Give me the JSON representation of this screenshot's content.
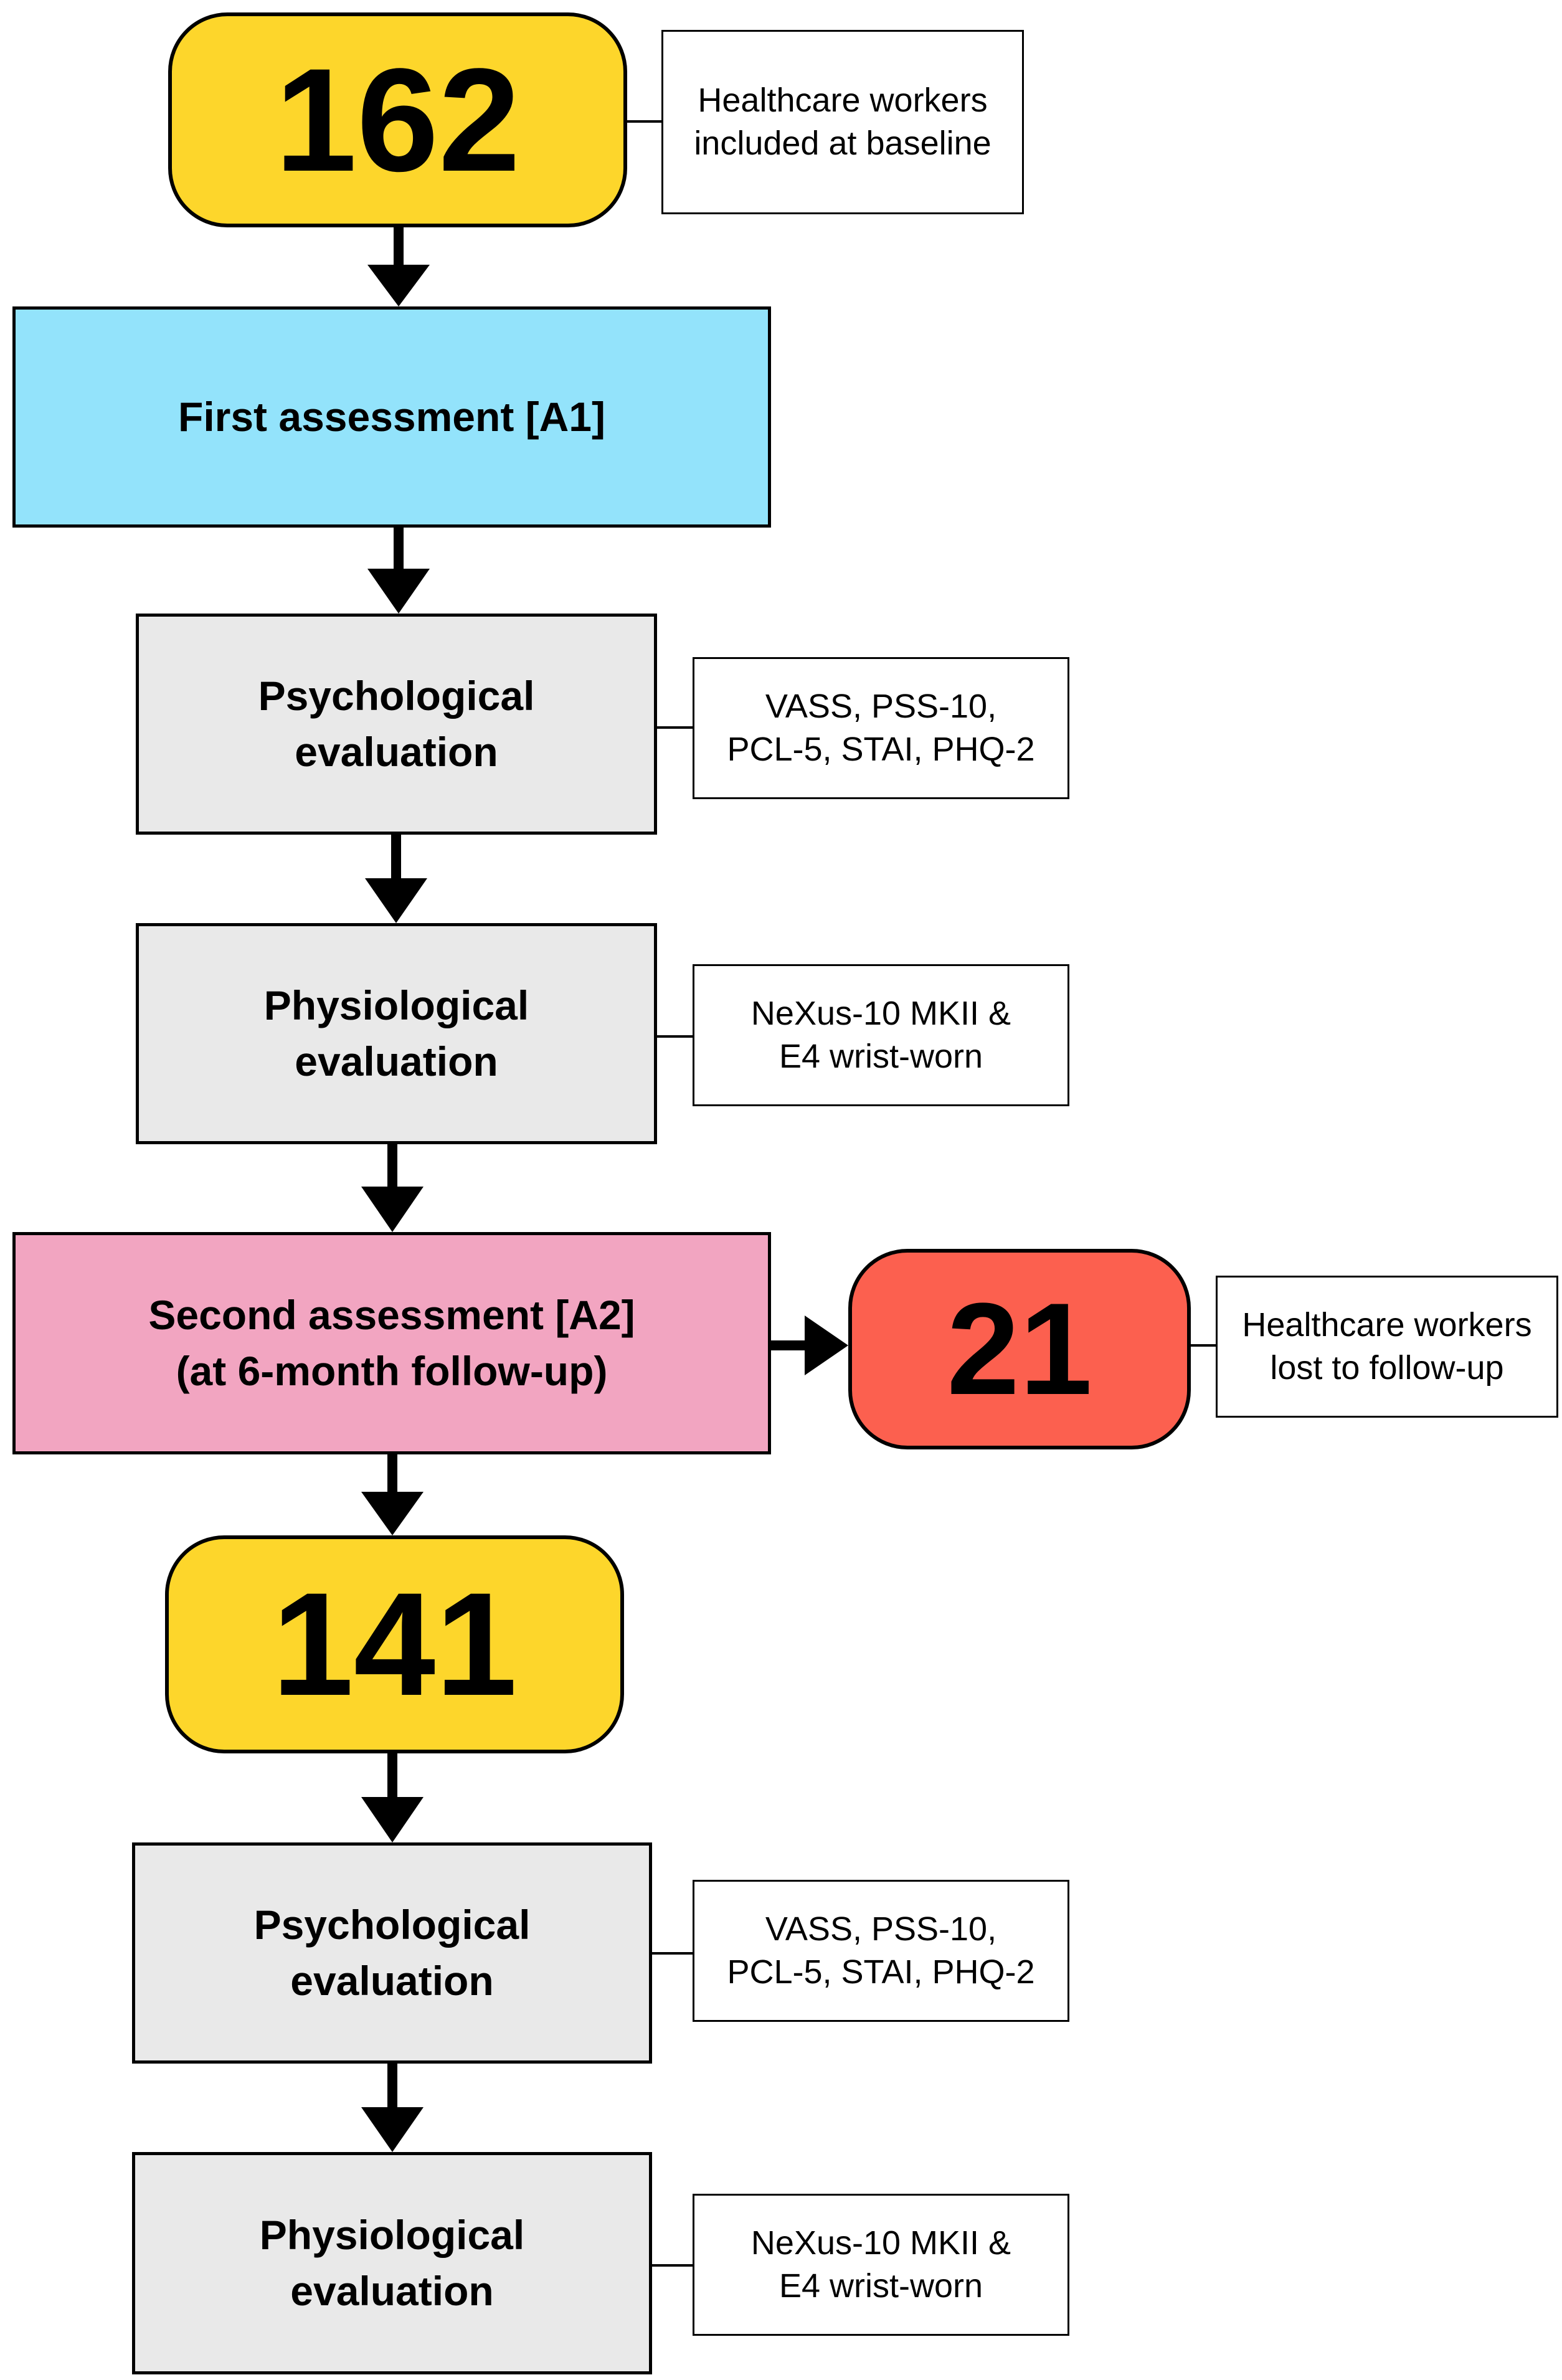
{
  "baseline": {
    "count": "162",
    "note_lines": [
      "Healthcare workers",
      "included at baseline"
    ],
    "color": "#fdd62b"
  },
  "first_assessment": {
    "label": "First assessment [A1]",
    "color": "#93e3fb"
  },
  "a1_psychological": {
    "lines": [
      "Psychological",
      "evaluation"
    ],
    "note_lines": [
      "VASS, PSS-10,",
      "PCL-5, STAI, PHQ-2"
    ]
  },
  "a1_physiological": {
    "lines": [
      "Physiological",
      "evaluation"
    ],
    "note_lines": [
      "NeXus-10 MKII &",
      "E4 wrist-worn"
    ]
  },
  "second_assessment": {
    "lines": [
      "Second assessment [A2]",
      "(at 6-month follow-up)"
    ],
    "color": "#f2a5c1"
  },
  "lost": {
    "count": "21",
    "note_lines": [
      "Healthcare workers",
      "lost to follow-up"
    ],
    "color": "#fc604f"
  },
  "followup": {
    "count": "141",
    "color": "#fdd62b"
  },
  "a2_psychological": {
    "lines": [
      "Psychological",
      "evaluation"
    ],
    "note_lines": [
      "VASS, PSS-10,",
      "PCL-5, STAI, PHQ-2"
    ]
  },
  "a2_physiological": {
    "lines": [
      "Physiological",
      "evaluation"
    ],
    "note_lines": [
      "NeXus-10 MKII &",
      "E4 wrist-worn"
    ]
  }
}
